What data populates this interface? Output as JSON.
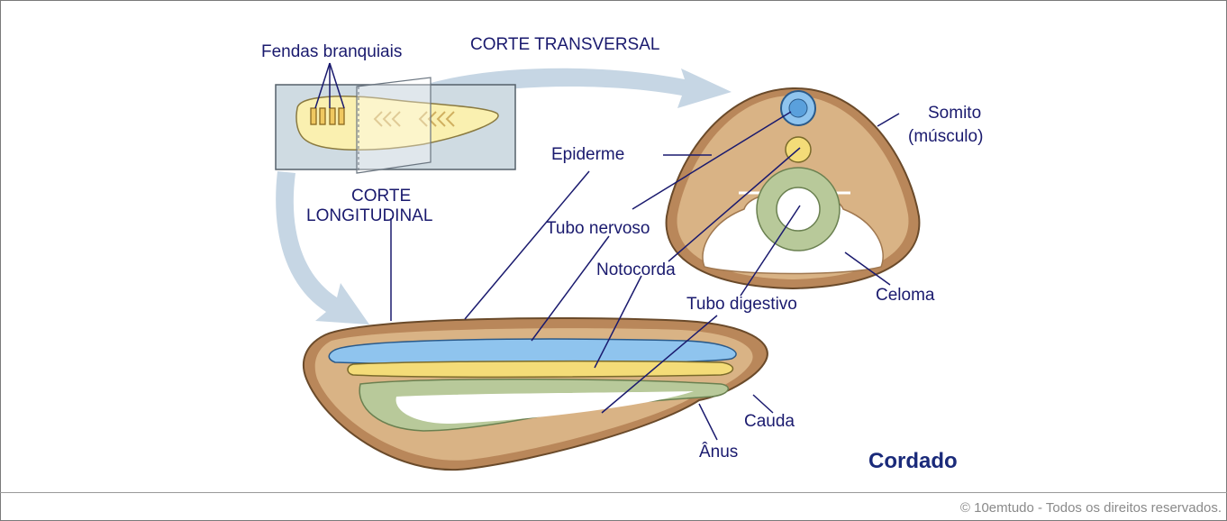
{
  "diagram": {
    "title": "Cordado",
    "labels": {
      "fendas_branquiais": "Fendas branquiais",
      "corte_transversal": "CORTE TRANSVERSAL",
      "corte_longitudinal_1": "CORTE",
      "corte_longitudinal_2": "LONGITUDINAL",
      "epiderme": "Epiderme",
      "tubo_nervoso": "Tubo nervoso",
      "notocorda": "Notocorda",
      "tubo_digestivo": "Tubo digestivo",
      "somito_1": "Somito",
      "somito_2": "(músculo)",
      "celoma": "Celoma",
      "cauda": "Cauda",
      "anus": "Ânus"
    },
    "colors": {
      "label_text": "#1a1a6e",
      "epidermis_brown": "#b9875a",
      "muscle_fill": "#d9b385",
      "neural_blue": "#8fc4ee",
      "notochord_yellow": "#f4dc78",
      "gut_green": "#b8c99a",
      "embryo_yellow": "#faf0b0",
      "box_fill": "#cfdbe2",
      "arrow_fill": "#c6d6e4"
    }
  },
  "footer": {
    "copyright": "© 10emtudo - Todos os direitos reservados."
  }
}
